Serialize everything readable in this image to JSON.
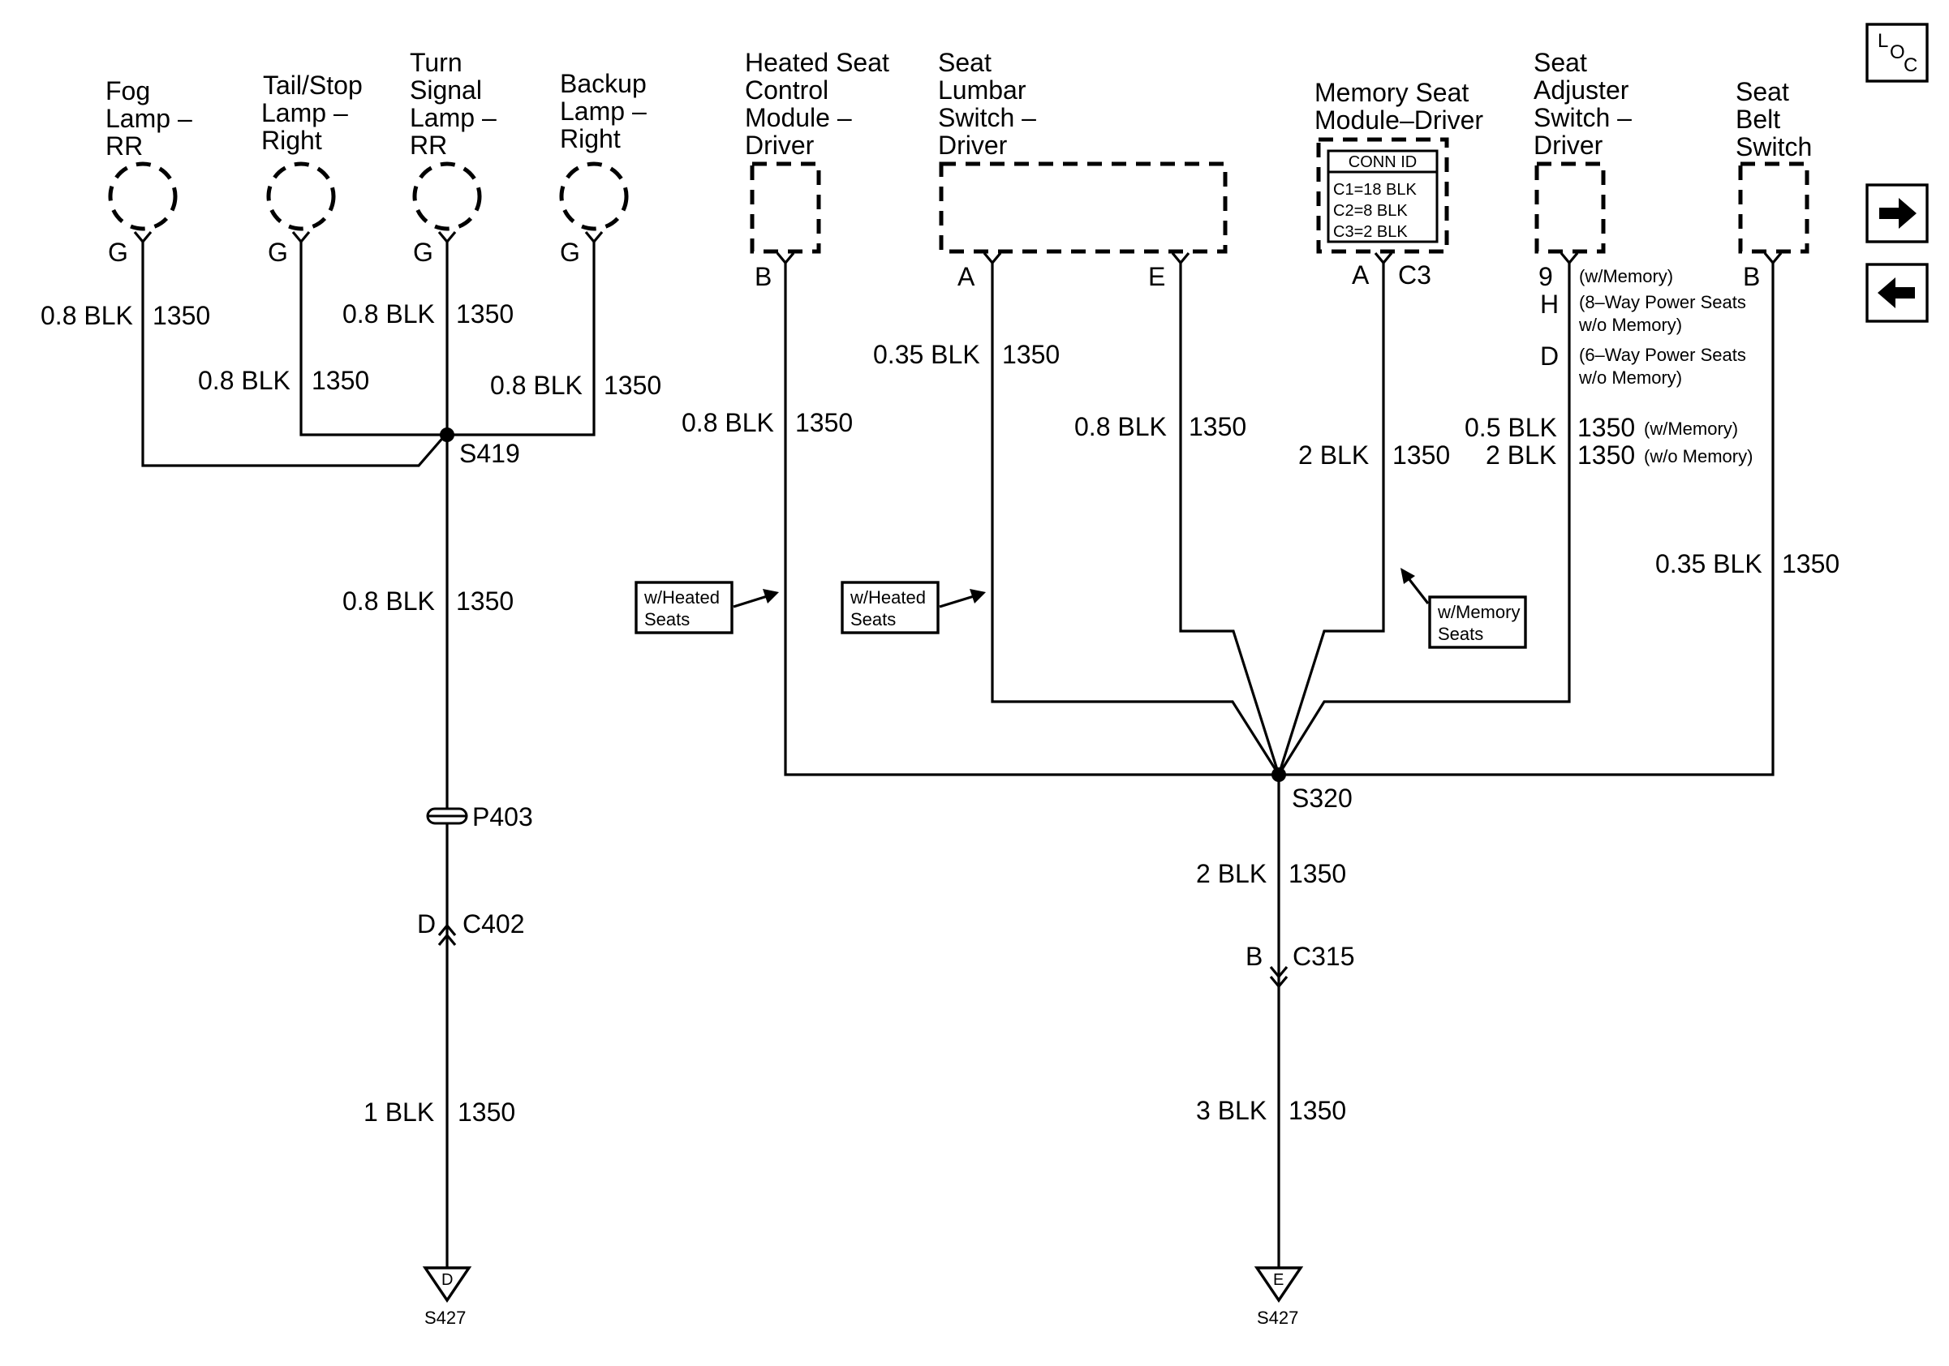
{
  "components": {
    "fog_lamp": {
      "line1": "Fog",
      "line2": "Lamp –",
      "line3": "RR",
      "pin": "G",
      "wire_size": "0.8 BLK",
      "circuit": "1350"
    },
    "tail_stop_lamp": {
      "line1": "Tail/Stop",
      "line2": "Lamp –",
      "line3": "Right",
      "pin": "G",
      "wire_size": "0.8 BLK",
      "circuit": "1350"
    },
    "turn_signal_lamp": {
      "line1": "Turn",
      "line2": "Signal",
      "line3": "Lamp –",
      "line4": "RR",
      "pin": "G",
      "wire_size": "0.8 BLK",
      "circuit": "1350"
    },
    "backup_lamp": {
      "line1": "Backup",
      "line2": "Lamp –",
      "line3": "Right",
      "pin": "G",
      "wire_size": "0.8 BLK",
      "circuit": "1350"
    },
    "heated_seat_module": {
      "line1": "Heated Seat",
      "line2": "Control",
      "line3": "Module –",
      "line4": "Driver",
      "pin": "B",
      "wire_size": "0.8 BLK",
      "circuit": "1350"
    },
    "lumbar_switch": {
      "line1": "Seat",
      "line2": "Lumbar",
      "line3": "Switch –",
      "line4": "Driver",
      "pin_a": "A",
      "pin_e": "E",
      "wire_a_size": "0.35 BLK",
      "wire_a_circuit": "1350",
      "wire_e_size": "0.8 BLK",
      "wire_e_circuit": "1350"
    },
    "memory_module": {
      "line1": "Memory Seat",
      "line2": "Module–Driver",
      "conn_title": "CONN ID",
      "conn_c1": "C1=18 BLK",
      "conn_c2": "C2=8 BLK",
      "conn_c3": "C3=2 BLK",
      "pin": "A",
      "connector": "C3",
      "wire_size": "2 BLK",
      "circuit": "1350"
    },
    "adjuster_switch": {
      "line1": "Seat",
      "line2": "Adjuster",
      "line3": "Switch –",
      "line4": "Driver",
      "pin_9": "9",
      "pin_9_note": "(w/Memory)",
      "pin_h": "H",
      "pin_h_note1": "(8–Way Power Seats",
      "pin_h_note2": "w/o Memory)",
      "pin_d": "D",
      "pin_d_note1": "(6–Way Power Seats",
      "pin_d_note2": "w/o Memory)",
      "wire1_size": "0.5 BLK",
      "wire1_circuit": "1350",
      "wire1_note": "(w/Memory)",
      "wire2_size": "2 BLK",
      "wire2_circuit": "1350",
      "wire2_note": "(w/o Memory)"
    },
    "belt_switch": {
      "line1": "Seat",
      "line2": "Belt",
      "line3": "Switch",
      "pin": "B",
      "wire_size": "0.35 BLK",
      "circuit": "1350"
    }
  },
  "options": {
    "heated_1": {
      "line1": "w/Heated",
      "line2": "Seats"
    },
    "heated_2": {
      "line1": "w/Heated",
      "line2": "Seats"
    },
    "memory": {
      "line1": "w/Memory",
      "line2": "Seats"
    }
  },
  "splices": {
    "s419": "S419",
    "s320": "S320"
  },
  "left_trunk": {
    "wire1_size": "0.8 BLK",
    "wire1_circuit": "1350",
    "pass_through": "P403",
    "conn_pin": "D",
    "conn": "C402",
    "wire2_size": "1 BLK",
    "wire2_circuit": "1350",
    "ground_letter": "D",
    "ground_label": "S427"
  },
  "right_trunk": {
    "wire1_size": "2 BLK",
    "wire1_circuit": "1350",
    "conn_pin": "B",
    "conn": "C315",
    "wire2_size": "3 BLK",
    "wire2_circuit": "1350",
    "ground_letter": "E",
    "ground_label": "S427"
  },
  "nav": {
    "loc_l": "L",
    "loc_o": "O",
    "loc_c": "C",
    "next_icon": "right-arrow-icon",
    "prev_icon": "left-arrow-icon"
  }
}
